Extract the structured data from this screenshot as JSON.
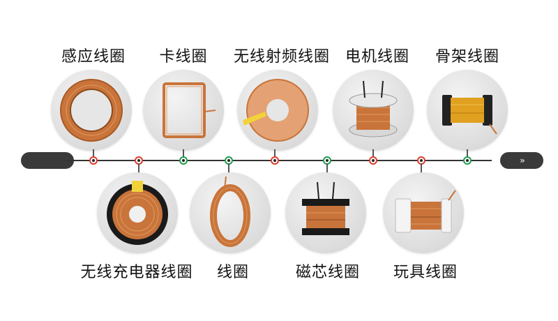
{
  "top_items": [
    {
      "label": "感应线圈",
      "icon": "induction-coil-icon",
      "node_color": "red"
    },
    {
      "label": "卡线圈",
      "icon": "card-coil-icon",
      "node_color": "green"
    },
    {
      "label": "无线射频线圈",
      "icon": "rf-coil-icon",
      "node_color": "red"
    },
    {
      "label": "电机线圈",
      "icon": "motor-coil-icon",
      "node_color": "red"
    },
    {
      "label": "骨架线圈",
      "icon": "bobbin-coil-icon",
      "node_color": "green"
    }
  ],
  "bottom_items": [
    {
      "label": "无线充电器线圈",
      "icon": "wireless-charger-coil-icon",
      "node_color": "red"
    },
    {
      "label": "线圈",
      "icon": "oval-coil-icon",
      "node_color": "green"
    },
    {
      "label": "磁芯线圈",
      "icon": "magnetic-core-coil-icon",
      "node_color": "green"
    },
    {
      "label": "玩具线圈",
      "icon": "toy-coil-icon",
      "node_color": "red"
    }
  ],
  "end_cap_glyph": "››",
  "colors": {
    "copper": "#c9743a",
    "copper_dark": "#8a4a1e",
    "node_red": "#e0392b",
    "node_green": "#1e9e4a",
    "bar": "#333333"
  }
}
